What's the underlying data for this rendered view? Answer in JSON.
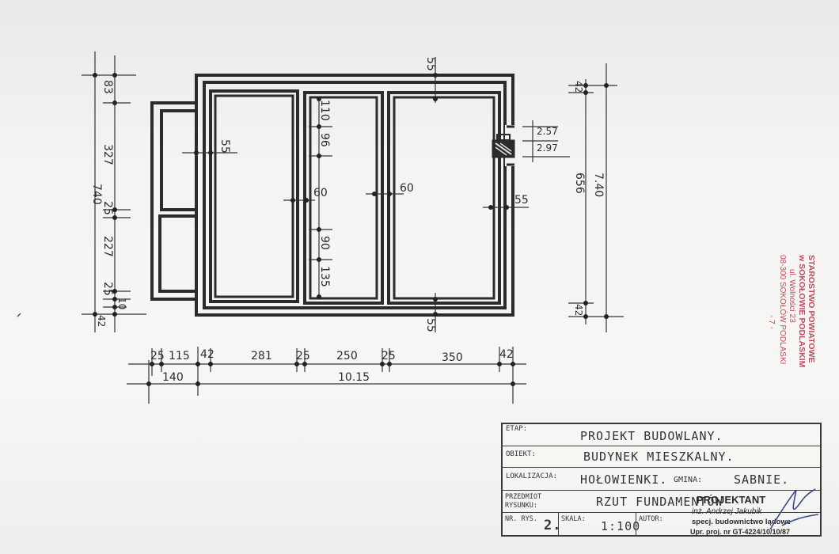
{
  "dimensions": {
    "left_outer": "740",
    "left_segments": [
      "83",
      "327",
      "25",
      "227",
      "25",
      "10",
      "42"
    ],
    "wall_labels": [
      "55",
      "55",
      "55",
      "55",
      "60",
      "60"
    ],
    "room2_segments": [
      "110",
      "96",
      "90",
      "135"
    ],
    "right_outer": "7.40",
    "right_inner": "656",
    "right_small": [
      "42",
      "42"
    ],
    "window": [
      "2.57",
      "2.97"
    ],
    "bottom_row1": [
      "25",
      "115",
      "42",
      "281",
      "25",
      "250",
      "25",
      "350",
      "42"
    ],
    "bottom_row2": [
      "140",
      "10.15"
    ]
  },
  "stamp": {
    "line1": "STAROSTWO POWIATOWE",
    "line2": "w SOKOŁOWIE PODLASKIM",
    "line3": "ul. Wolności 23",
    "line4": "08-300 SOKOŁÓW PODLASKI",
    "line5": "- 7 -"
  },
  "title_block": {
    "etap_label": "ETAP:",
    "etap_value": "PROJEKT BUDOWLANY.",
    "obiekt_label": "OBIEKT:",
    "obiekt_value": "BUDYNEK MIESZKALNY.",
    "lokalizacja_label": "LOKALIZACJA:",
    "lokalizacja_value": "HOŁOWIENKI.",
    "gmina_label": "GMINA:",
    "gmina_value": "SABNIE.",
    "przedmiot_label1": "PRZEDMIOT",
    "przedmiot_label2": "RYSUNKU:",
    "przedmiot_value": "RZUT FUNDAMENTÓW",
    "nr_label": "NR. RYS.",
    "nr_value": "2.",
    "skala_label": "SKALA:",
    "skala_value": "1:100",
    "autor_label": "AUTOR:"
  },
  "designer": {
    "role": "PROJEKTANT",
    "name": "inż. Andrzej Jakubik",
    "spec": "specj. budownictwo lądowe",
    "upr": "Upr. proj. nr GT-4224/10/10/87"
  }
}
